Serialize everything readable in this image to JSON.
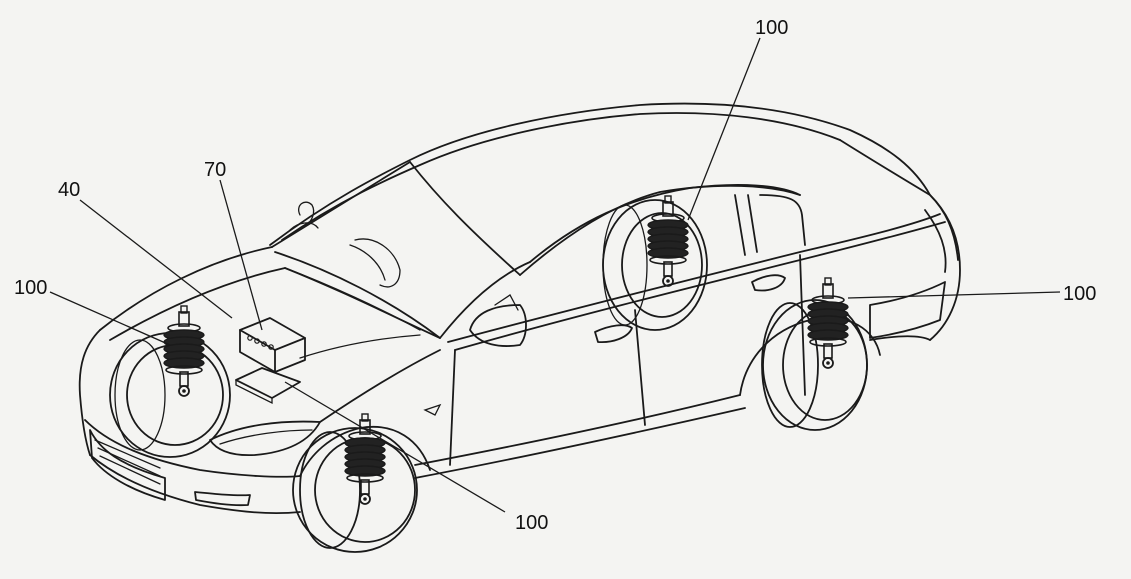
{
  "figure": {
    "labels": {
      "ref_40": "40",
      "ref_70": "70",
      "ref_100_front_left": "100",
      "ref_100_front_right": "100",
      "ref_100_rear_left": "100",
      "ref_100_rear_right": "100"
    },
    "components": {
      "suspension_units": 4,
      "control_unit": "70",
      "air_supply": "40"
    }
  }
}
